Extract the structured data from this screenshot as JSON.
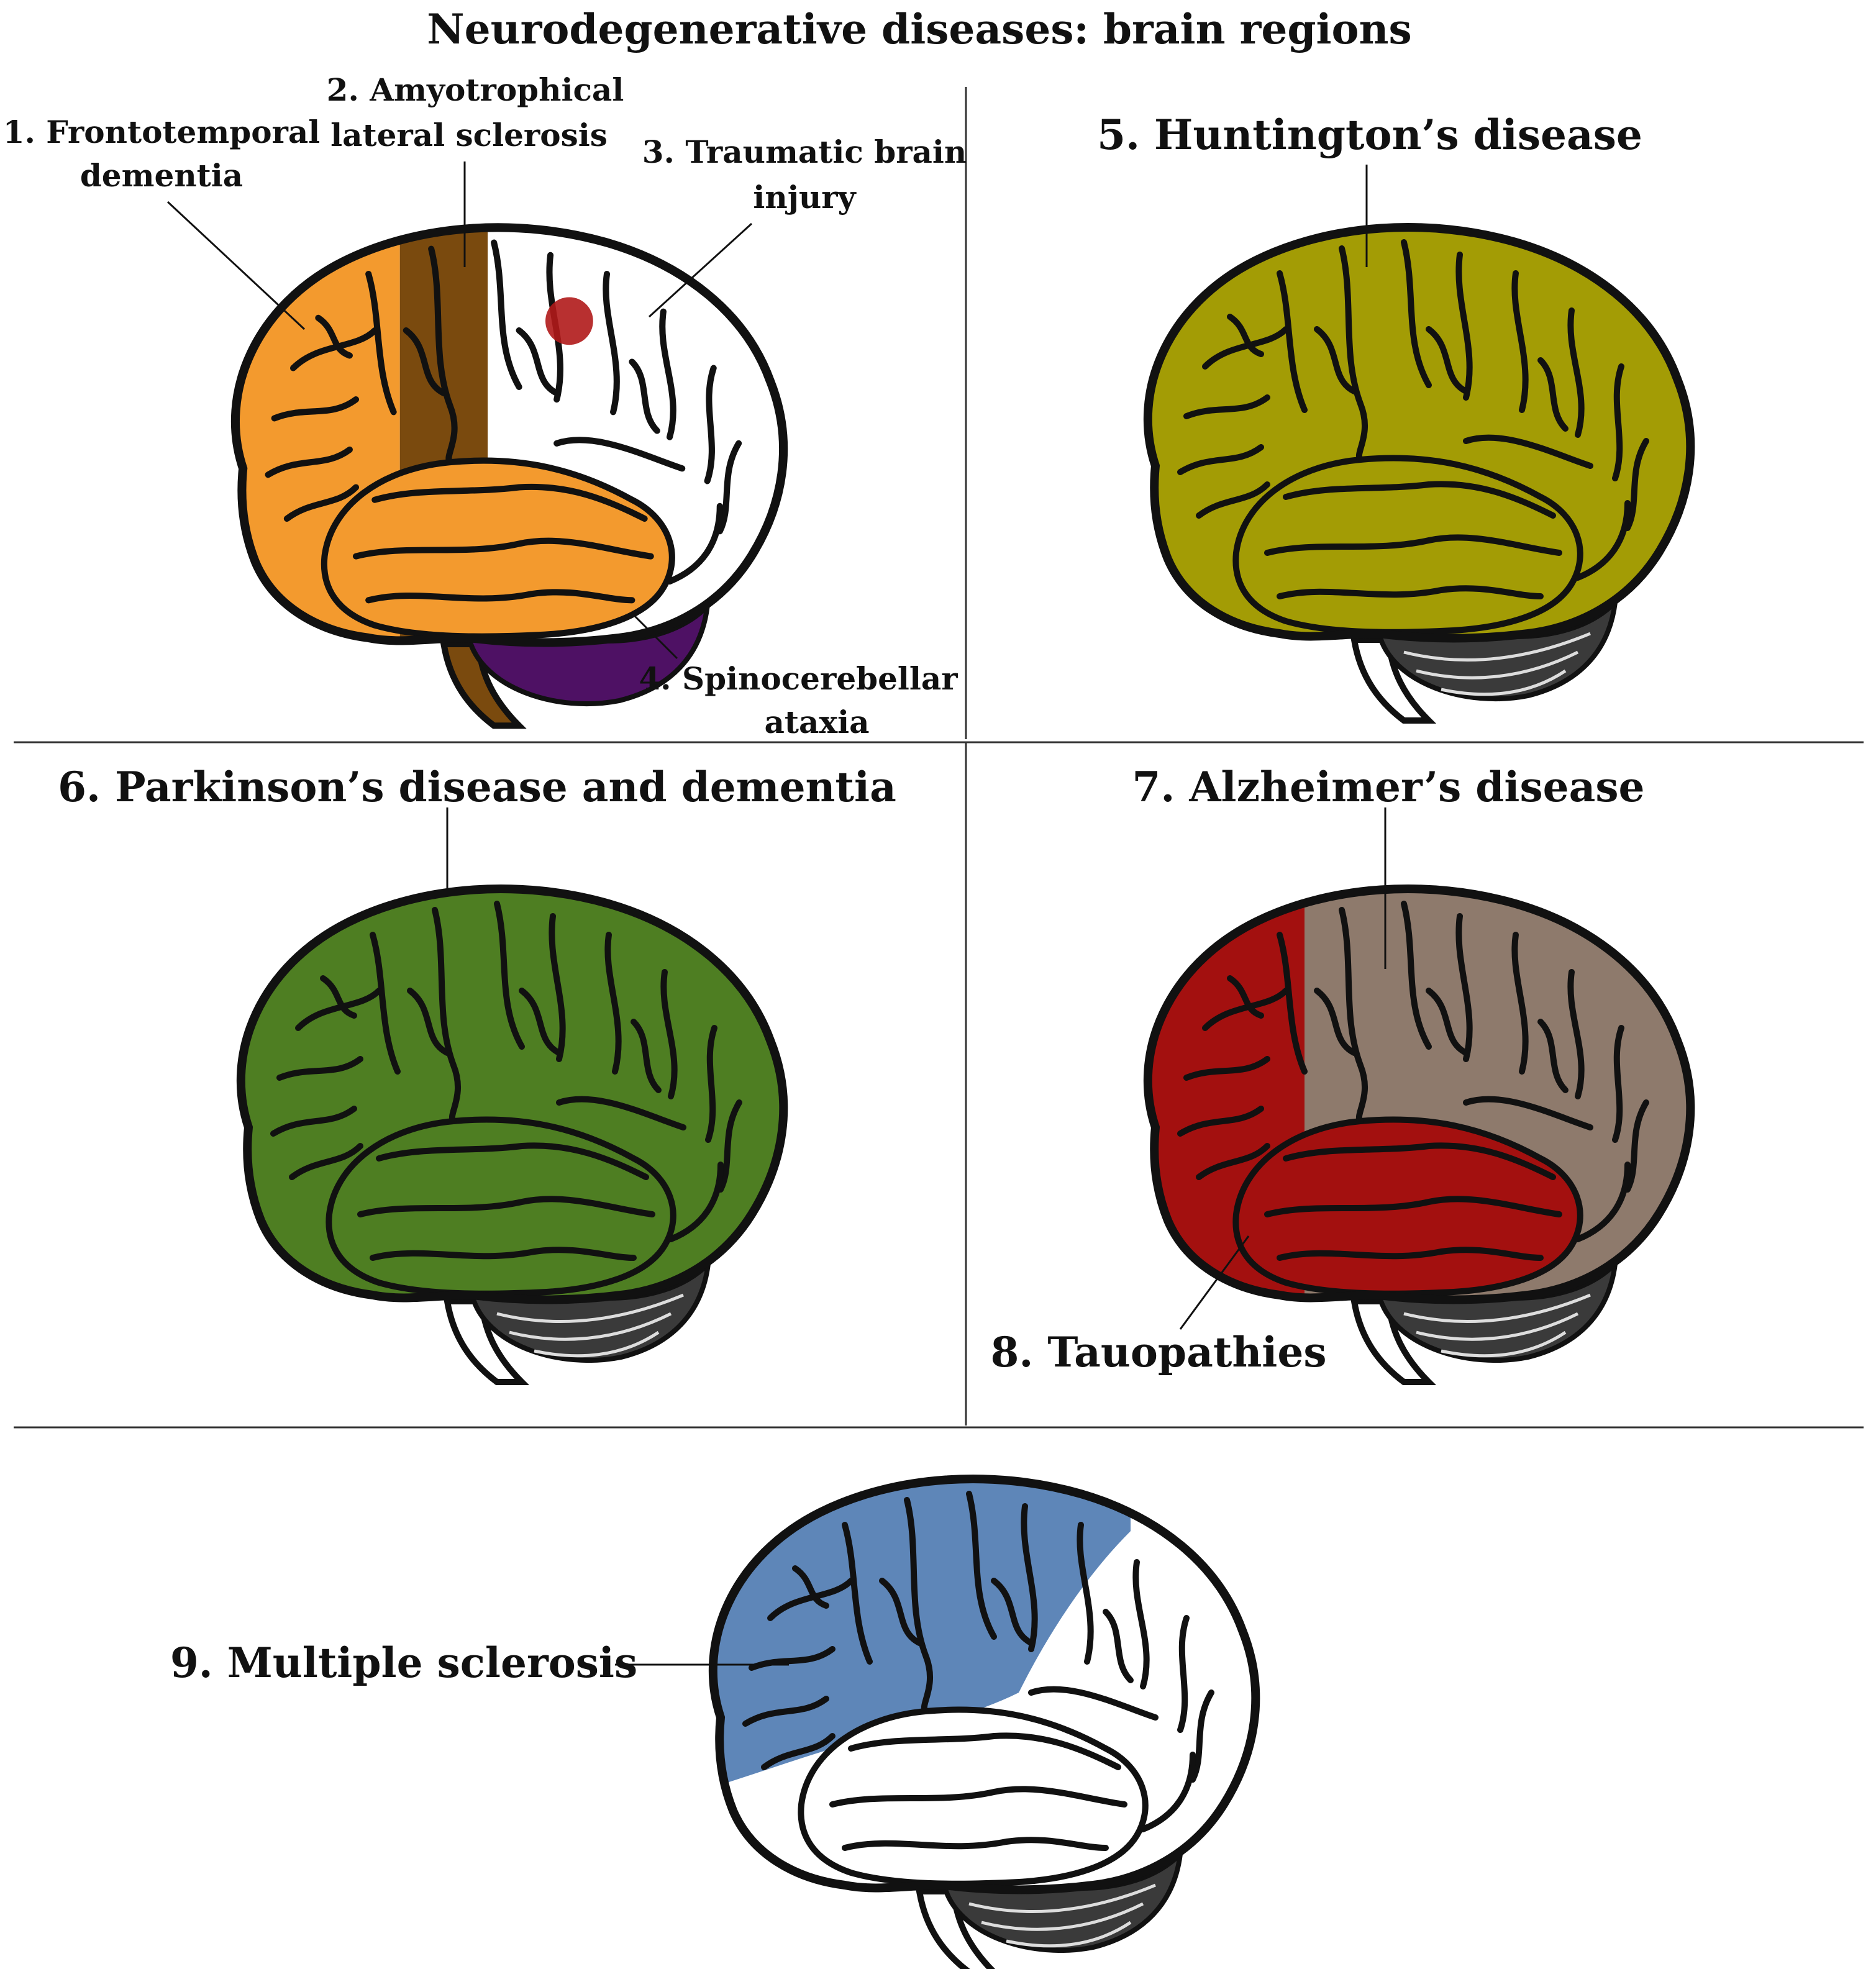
{
  "title": "Neurodegenerative diseases: brain regions",
  "labels": {
    "ftd_line1": "1. Frontotemporal",
    "ftd_line2": "dementia",
    "als_line1": "2. Amyotrophical",
    "als_line2": "lateral sclerosis",
    "tbi_line1": "3. Traumatic brain",
    "tbi_line2": "injury",
    "sca_line1": "4. Spinocerebellar",
    "sca_line2": "ataxia",
    "huntington": "5. Huntington’s disease",
    "parkinson": "6. Parkinson’s disease and dementia",
    "alzheimer": "7. Alzheimer’s disease",
    "tauopathies": "8. Tauopathies",
    "ms": "9. Multiple sclerosis"
  },
  "colors": {
    "frontotemporal": "#F39A2E",
    "als": "#7A4A0E",
    "tbi_lesion": "#B01A1A",
    "spinocerebellar": "#4E1164",
    "huntington": "#A39C05",
    "parkinson": "#4E7E22",
    "alzheimer_posterior": "#8E7A6C",
    "tauopathy": "#A3100F",
    "multiple_sclerosis": "#5E86B8",
    "unaffected": "#FFFFFF",
    "cerebellum": "#3A3A3A",
    "outline": "#111111"
  }
}
